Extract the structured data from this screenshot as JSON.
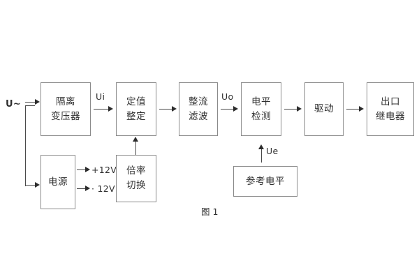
{
  "figure": {
    "caption": "图 1",
    "colors": {
      "background": "#ffffff",
      "box_border": "#8a8a8a",
      "wire": "#4a4a4a",
      "text": "#2f2f2f"
    }
  },
  "blocks": [
    {
      "id": "isolation-transformer",
      "line1": "隔离",
      "line2": "变压器"
    },
    {
      "id": "setting-value",
      "line1": "定值",
      "line2": "整定"
    },
    {
      "id": "rectifier-filter",
      "line1": "整流",
      "line2": "滤波"
    },
    {
      "id": "level-detection",
      "line1": "电平",
      "line2": "检测"
    },
    {
      "id": "driver",
      "line1": "驱动",
      "line2": ""
    },
    {
      "id": "output-relay",
      "line1": "出口",
      "line2": "继电器"
    },
    {
      "id": "power-supply",
      "line1": "电源",
      "line2": ""
    },
    {
      "id": "multiplier-switch",
      "line1": "倍率",
      "line2": "切换"
    },
    {
      "id": "reference-level",
      "line1": "参考电平",
      "line2": ""
    }
  ],
  "signals": {
    "input": "U~",
    "ui": "Ui",
    "uo": "Uo",
    "ue": "Ue",
    "rail_pos": "+12V",
    "rail_neg": "· 12V"
  }
}
